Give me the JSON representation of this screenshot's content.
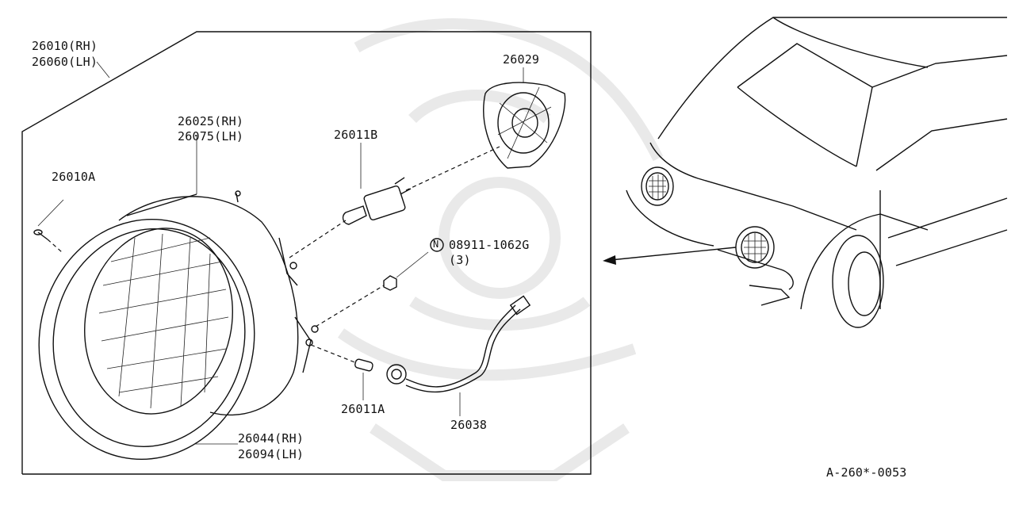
{
  "diagram": {
    "labels": {
      "assembly": [
        "26010(RH)",
        "26060(LH)"
      ],
      "unit": [
        "26025(RH)",
        "26075(LH)"
      ],
      "screw": "26010A",
      "bulb": "26011B",
      "socket_cover": "26029",
      "nut_symbol": "N",
      "nut_part": "08911-1062G",
      "nut_qty": "(3)",
      "small_bulb": "26011A",
      "wire": "26038",
      "rim": [
        "26044(RH)",
        "26094(LH)"
      ]
    },
    "reference_code": "A-260*-0053"
  }
}
